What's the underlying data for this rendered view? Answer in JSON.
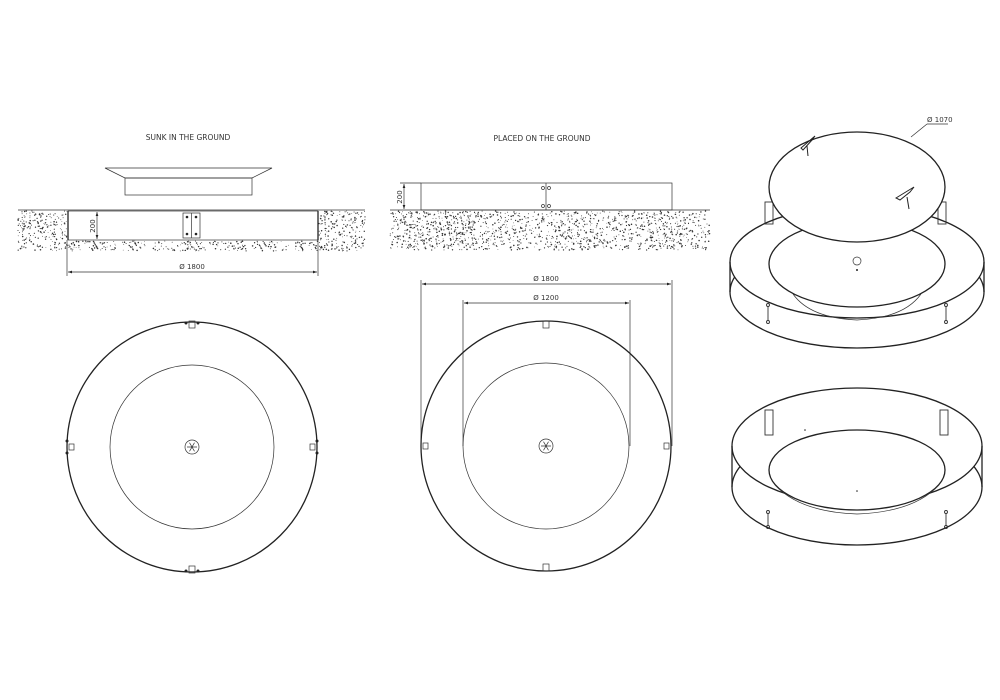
{
  "views": {
    "sunk": {
      "title": "SUNK IN THE GROUND",
      "height_dim": "200",
      "diameter_dim": "Ø 1800"
    },
    "placed": {
      "title": "PLACED ON THE GROUND",
      "height_dim": "200",
      "outer_diameter_dim": "Ø 1800",
      "inner_diameter_dim": "Ø 1200"
    },
    "iso": {
      "lid_diameter_dim": "Ø 1070"
    }
  },
  "colors": {
    "line": "#222222",
    "gravel": "#333333"
  }
}
